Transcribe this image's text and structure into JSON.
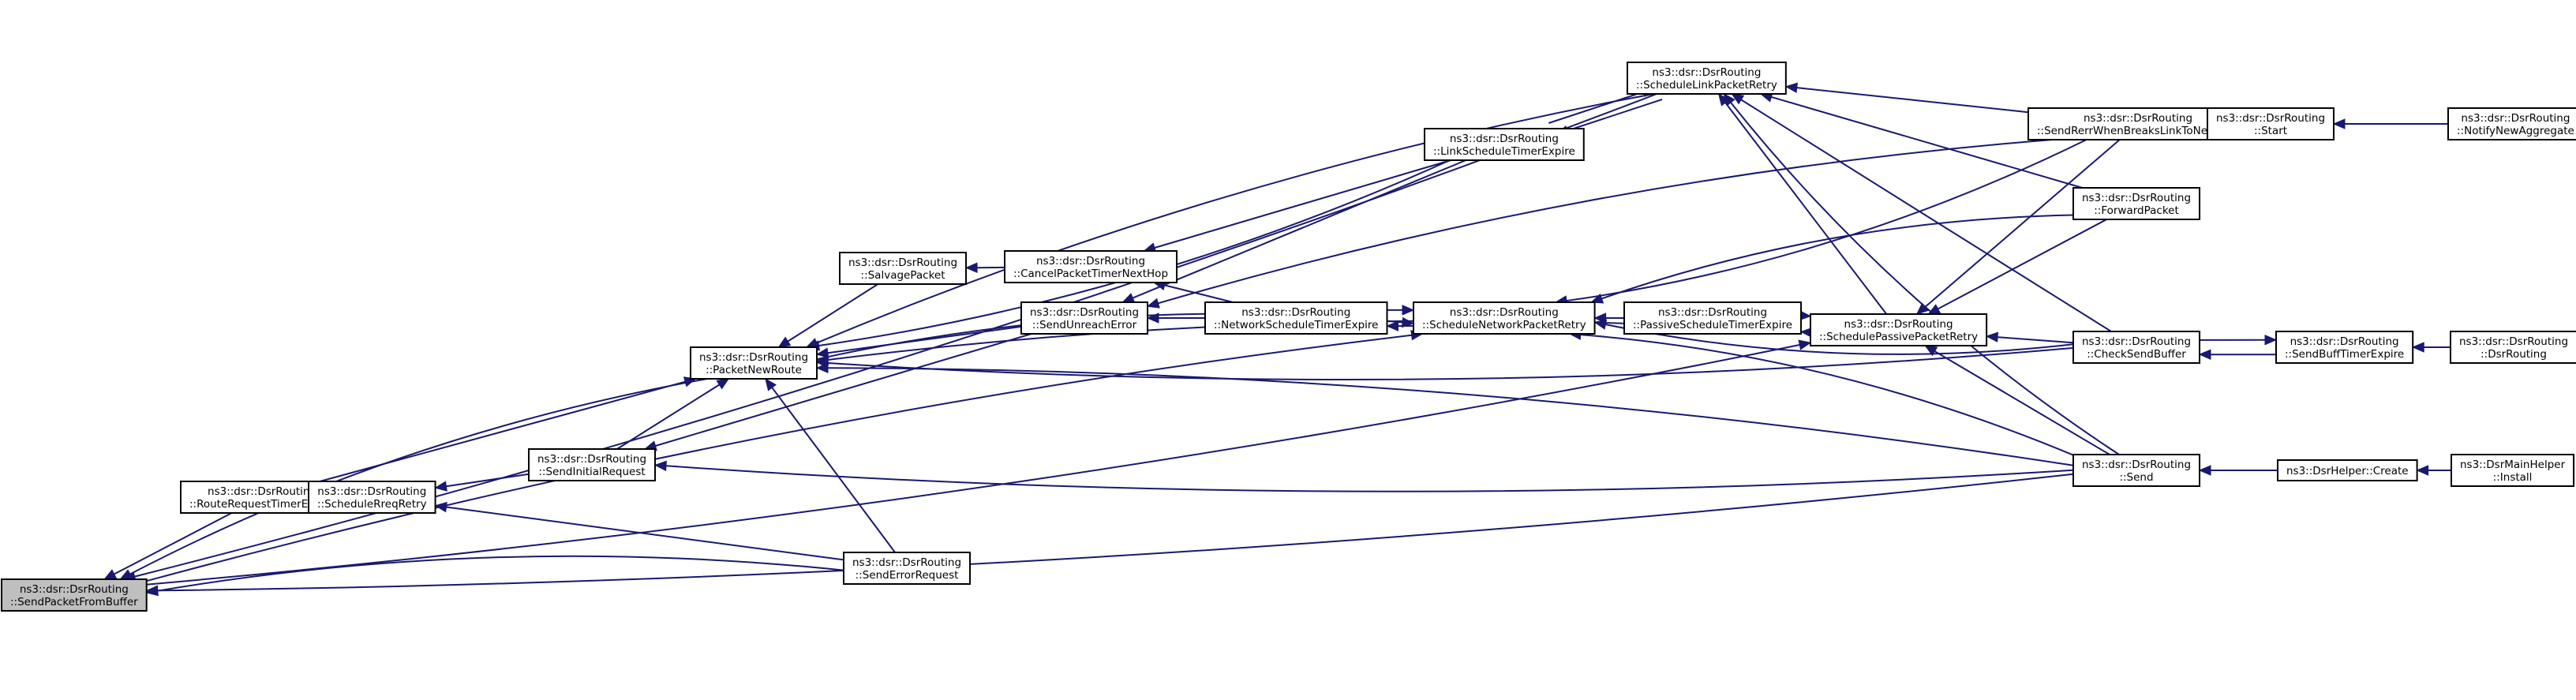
{
  "diagram": {
    "type": "call-graph",
    "title": "ns3::dsr::DsrRouting::SendPacketFromBuffer caller graph",
    "colors": {
      "edge": "#191970",
      "root_fill": "#bfbfbf",
      "node_fill": "#ffffff",
      "border": "#000000"
    },
    "nodes": [
      {
        "id": "sendPacketFromBuffer",
        "lines": [
          "ns3::dsr::DsrRouting",
          "::SendPacketFromBuffer"
        ],
        "root": true
      },
      {
        "id": "routeRequestTimerExpire",
        "lines": [
          "ns3::dsr::DsrRouting",
          "::RouteRequestTimerExpire"
        ]
      },
      {
        "id": "scheduleRreqRetry",
        "lines": [
          "ns3::dsr::DsrRouting",
          "::ScheduleRreqRetry"
        ]
      },
      {
        "id": "sendInitialRequest",
        "lines": [
          "ns3::dsr::DsrRouting",
          "::SendInitialRequest"
        ]
      },
      {
        "id": "packetNewRoute",
        "lines": [
          "ns3::dsr::DsrRouting",
          "::PacketNewRoute"
        ]
      },
      {
        "id": "salvagePacket",
        "lines": [
          "ns3::dsr::DsrRouting",
          "::SalvagePacket"
        ]
      },
      {
        "id": "sendErrorRequest",
        "lines": [
          "ns3::dsr::DsrRouting",
          "::SendErrorRequest"
        ]
      },
      {
        "id": "cancelPacketTimerNextHop",
        "lines": [
          "ns3::dsr::DsrRouting",
          "::CancelPacketTimerNextHop"
        ]
      },
      {
        "id": "sendUnreachError",
        "lines": [
          "ns3::dsr::DsrRouting",
          "::SendUnreachError"
        ]
      },
      {
        "id": "networkScheduleTimerExpire",
        "lines": [
          "ns3::dsr::DsrRouting",
          "::NetworkScheduleTimerExpire"
        ]
      },
      {
        "id": "linkScheduleTimerExpire",
        "lines": [
          "ns3::dsr::DsrRouting",
          "::LinkScheduleTimerExpire"
        ]
      },
      {
        "id": "scheduleLinkPacketRetry",
        "lines": [
          "ns3::dsr::DsrRouting",
          "::ScheduleLinkPacketRetry"
        ]
      },
      {
        "id": "scheduleNetworkPacketRetry",
        "lines": [
          "ns3::dsr::DsrRouting",
          "::ScheduleNetworkPacketRetry"
        ]
      },
      {
        "id": "passiveScheduleTimerExpire",
        "lines": [
          "ns3::dsr::DsrRouting",
          "::PassiveScheduleTimerExpire"
        ]
      },
      {
        "id": "schedulePassivePacketRetry",
        "lines": [
          "ns3::dsr::DsrRouting",
          "::SchedulePassivePacketRetry"
        ]
      },
      {
        "id": "sendRerrWhenBreaksLinkToNextHop",
        "lines": [
          "ns3::dsr::DsrRouting",
          "::SendRerrWhenBreaksLinkToNextHop"
        ]
      },
      {
        "id": "forwardPacket",
        "lines": [
          "ns3::dsr::DsrRouting",
          "::ForwardPacket"
        ]
      },
      {
        "id": "checkSendBuffer",
        "lines": [
          "ns3::dsr::DsrRouting",
          "::CheckSendBuffer"
        ]
      },
      {
        "id": "send",
        "lines": [
          "ns3::dsr::DsrRouting",
          "::Send"
        ]
      },
      {
        "id": "start",
        "lines": [
          "ns3::dsr::DsrRouting",
          "::Start"
        ]
      },
      {
        "id": "notifyNewAggregate",
        "lines": [
          "ns3::dsr::DsrRouting",
          "::NotifyNewAggregate"
        ]
      },
      {
        "id": "sendBuffTimerExpire",
        "lines": [
          "ns3::dsr::DsrRouting",
          "::SendBuffTimerExpire"
        ]
      },
      {
        "id": "dsrRoutingCtor",
        "lines": [
          "ns3::dsr::DsrRouting",
          "::DsrRouting"
        ]
      },
      {
        "id": "dsrHelperCreate",
        "lines": [
          "ns3::DsrHelper::Create"
        ]
      },
      {
        "id": "dsrMainHelperInstall",
        "lines": [
          "ns3::DsrMainHelper",
          "::Install"
        ]
      }
    ],
    "edges": [
      {
        "from": "routeRequestTimerExpire",
        "to": "sendPacketFromBuffer"
      },
      {
        "from": "packetNewRoute",
        "to": "sendPacketFromBuffer"
      },
      {
        "from": "scheduleLinkPacketRetry",
        "to": "sendPacketFromBuffer"
      },
      {
        "from": "sendErrorRequest",
        "to": "sendPacketFromBuffer"
      },
      {
        "from": "sendPacketFromBuffer",
        "to": "scheduleNetworkPacketRetry"
      },
      {
        "from": "sendPacketFromBuffer",
        "to": "schedulePassivePacketRetry"
      },
      {
        "from": "send",
        "to": "sendPacketFromBuffer"
      },
      {
        "from": "routeRequestTimerExpire",
        "to": "scheduleRreqRetry"
      },
      {
        "from": "scheduleRreqRetry",
        "to": "routeRequestTimerExpire"
      },
      {
        "from": "routeRequestTimerExpire",
        "to": "packetNewRoute"
      },
      {
        "from": "sendInitialRequest",
        "to": "scheduleRreqRetry"
      },
      {
        "from": "sendErrorRequest",
        "to": "scheduleRreqRetry"
      },
      {
        "from": "sendInitialRequest",
        "to": "packetNewRoute"
      },
      {
        "from": "sendUnreachError",
        "to": "sendInitialRequest"
      },
      {
        "from": "send",
        "to": "sendInitialRequest"
      },
      {
        "from": "salvagePacket",
        "to": "packetNewRoute"
      },
      {
        "from": "sendUnreachError",
        "to": "packetNewRoute"
      },
      {
        "from": "sendErrorRequest",
        "to": "packetNewRoute"
      },
      {
        "from": "linkScheduleTimerExpire",
        "to": "packetNewRoute"
      },
      {
        "from": "scheduleLinkPacketRetry",
        "to": "packetNewRoute"
      },
      {
        "from": "packetNewRoute",
        "to": "scheduleNetworkPacketRetry"
      },
      {
        "from": "schedulePassivePacketRetry",
        "to": "packetNewRoute"
      },
      {
        "from": "checkSendBuffer",
        "to": "packetNewRoute"
      },
      {
        "from": "send",
        "to": "packetNewRoute"
      },
      {
        "from": "cancelPacketTimerNextHop",
        "to": "salvagePacket"
      },
      {
        "from": "linkScheduleTimerExpire",
        "to": "cancelPacketTimerNextHop"
      },
      {
        "from": "networkScheduleTimerExpire",
        "to": "cancelPacketTimerNextHop"
      },
      {
        "from": "networkScheduleTimerExpire",
        "to": "sendUnreachError"
      },
      {
        "from": "linkScheduleTimerExpire",
        "to": "sendUnreachError"
      },
      {
        "from": "sendRerrWhenBreaksLinkToNextHop",
        "to": "sendUnreachError"
      },
      {
        "from": "networkScheduleTimerExpire",
        "to": "scheduleNetworkPacketRetry"
      },
      {
        "from": "scheduleNetworkPacketRetry",
        "to": "networkScheduleTimerExpire"
      },
      {
        "from": "linkScheduleTimerExpire",
        "to": "scheduleLinkPacketRetry"
      },
      {
        "from": "scheduleLinkPacketRetry",
        "to": "linkScheduleTimerExpire"
      },
      {
        "from": "sendRerrWhenBreaksLinkToNextHop",
        "to": "scheduleLinkPacketRetry"
      },
      {
        "from": "schedulePassivePacketRetry",
        "to": "scheduleLinkPacketRetry"
      },
      {
        "from": "forwardPacket",
        "to": "scheduleLinkPacketRetry"
      },
      {
        "from": "checkSendBuffer",
        "to": "scheduleLinkPacketRetry"
      },
      {
        "from": "send",
        "to": "scheduleLinkPacketRetry"
      },
      {
        "from": "passiveScheduleTimerExpire",
        "to": "scheduleNetworkPacketRetry"
      },
      {
        "from": "sendRerrWhenBreaksLinkToNextHop",
        "to": "scheduleNetworkPacketRetry"
      },
      {
        "from": "forwardPacket",
        "to": "scheduleNetworkPacketRetry"
      },
      {
        "from": "checkSendBuffer",
        "to": "scheduleNetworkPacketRetry"
      },
      {
        "from": "send",
        "to": "scheduleNetworkPacketRetry"
      },
      {
        "from": "passiveScheduleTimerExpire",
        "to": "schedulePassivePacketRetry"
      },
      {
        "from": "schedulePassivePacketRetry",
        "to": "passiveScheduleTimerExpire"
      },
      {
        "from": "sendRerrWhenBreaksLinkToNextHop",
        "to": "schedulePassivePacketRetry"
      },
      {
        "from": "forwardPacket",
        "to": "schedulePassivePacketRetry"
      },
      {
        "from": "checkSendBuffer",
        "to": "schedulePassivePacketRetry"
      },
      {
        "from": "send",
        "to": "schedulePassivePacketRetry"
      },
      {
        "from": "start",
        "to": "sendRerrWhenBreaksLinkToNextHop"
      },
      {
        "from": "notifyNewAggregate",
        "to": "start"
      },
      {
        "from": "checkSendBuffer",
        "to": "sendBuffTimerExpire"
      },
      {
        "from": "sendBuffTimerExpire",
        "to": "checkSendBuffer"
      },
      {
        "from": "dsrRoutingCtor",
        "to": "sendBuffTimerExpire"
      },
      {
        "from": "dsrHelperCreate",
        "to": "send"
      },
      {
        "from": "dsrMainHelperInstall",
        "to": "dsrHelperCreate"
      }
    ]
  }
}
